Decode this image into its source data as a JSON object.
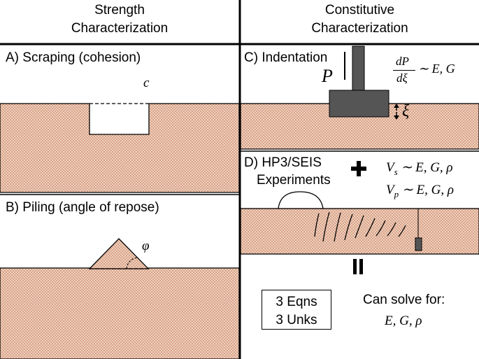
{
  "headers": {
    "left": [
      "Strength",
      "Characterization"
    ],
    "right": [
      "Constitutive",
      "Characterization"
    ]
  },
  "panels": {
    "a": {
      "label": "A) Scraping (cohesion)",
      "symbol": "c"
    },
    "b": {
      "label": "B) Piling (angle of repose)",
      "symbol": "φ"
    },
    "c": {
      "label": "C) Indentation",
      "force": "P",
      "displacement": "ξ",
      "relation_lhs_num": "dP",
      "relation_lhs_den": "dξ",
      "relation_rhs": "∼ E, G"
    },
    "d": {
      "label_line1": "D) HP3/SEIS",
      "label_line2": "Experiments",
      "plus": "+",
      "vs_relation": "V",
      "vs_sub": "s",
      "vs_rhs": " ∼ E, G, ρ",
      "vp_relation": "V",
      "vp_sub": "p",
      "vp_rhs": " ∼ E, G, ρ"
    }
  },
  "result": {
    "equals": "=",
    "eqns": "3 Eqns",
    "unks": "3 Unks",
    "solve_label": "Can solve for:",
    "solve_vars": "E, G, ρ"
  },
  "colors": {
    "soil": "#f0d0bc",
    "soil_dots": "#b5684a",
    "instrument": "#555555"
  }
}
